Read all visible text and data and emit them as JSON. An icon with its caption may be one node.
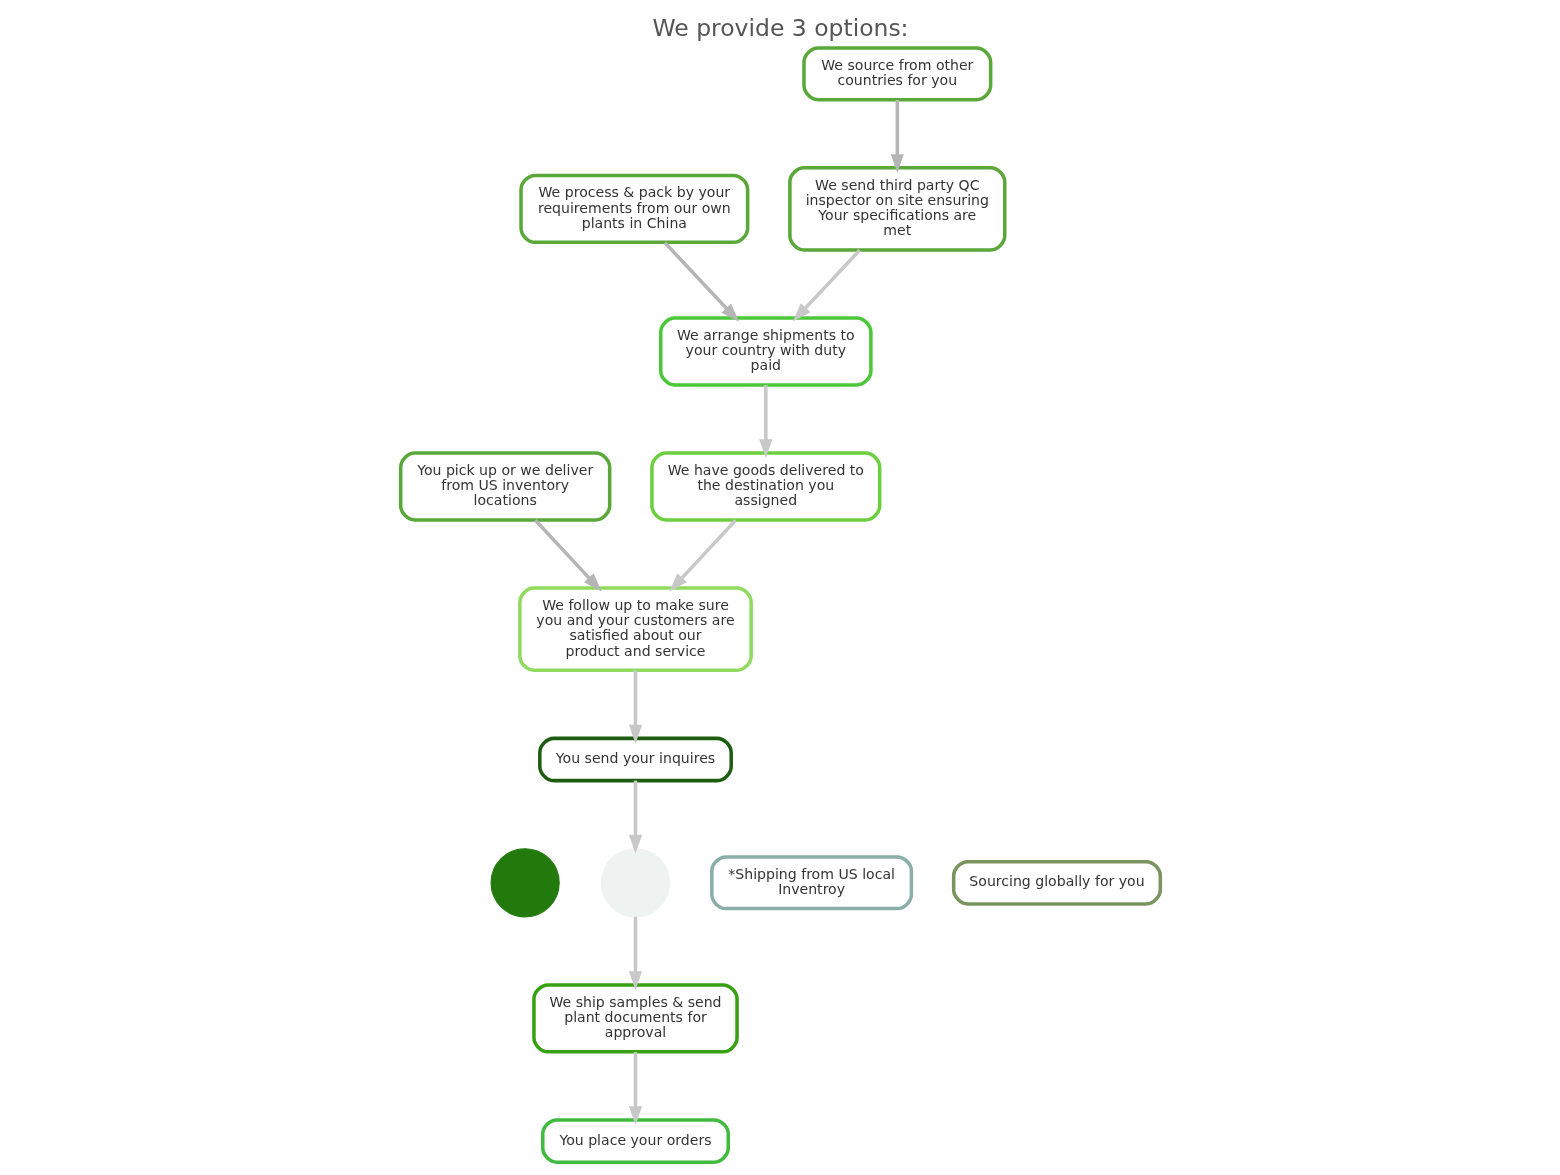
{
  "diagram": {
    "title": "We provide 3 options:",
    "nodes": [
      {
        "text": [
          "You send your inquires"
        ]
      },
      {
        "text": [],
        "shape": "circle"
      },
      {
        "text": [],
        "shape": "circle"
      },
      {
        "text": [
          "*Shipping from US local Inventroy"
        ]
      },
      {
        "text": [
          "Sourcing globally for you"
        ]
      },
      {
        "text": [
          "We ship samples & send plant documents for approval"
        ]
      },
      {
        "text": [
          "You place your orders"
        ]
      },
      {
        "text": [
          "You pick up or we deliver from US inventory locations"
        ]
      },
      {
        "text": [
          "We process & pack by your requirements from our own plants in China"
        ]
      },
      {
        "text": [
          "We source from other countries for you"
        ]
      },
      {
        "text": [
          "We send third party QC inspector on site ensuring Your specifications are met"
        ]
      },
      {
        "text": [
          "We arrange shipments to your country with duty paid"
        ]
      },
      {
        "text": [
          "We have goods delivered to the destination you assigned"
        ]
      },
      {
        "text": [
          "We follow up to make sure you and your customers are satisfied about our product and service"
        ]
      }
    ],
    "edges": [
      {
        "from": 0,
        "to": 2,
        "arrow": "to"
      },
      {
        "from": 2,
        "to": 5,
        "arrow": "to"
      },
      {
        "from": 5,
        "to": 6,
        "arrow": "to"
      },
      {
        "from": 7,
        "to": 13,
        "arrow": "to",
        "color": "#b5b5b5"
      },
      {
        "from": 8,
        "to": 11,
        "arrow": "to",
        "color": "#b5b5b5"
      },
      {
        "from": 9,
        "to": 10,
        "arrow": "to",
        "color": "#b5b5b5"
      },
      {
        "from": 10,
        "to": 11,
        "arrow": "to"
      },
      {
        "from": 11,
        "to": 12,
        "arrow": "to"
      },
      {
        "from": 12,
        "to": 13,
        "arrow": "to"
      },
      {
        "from": 13,
        "to": 0,
        "arrow": "to"
      }
    ]
  }
}
